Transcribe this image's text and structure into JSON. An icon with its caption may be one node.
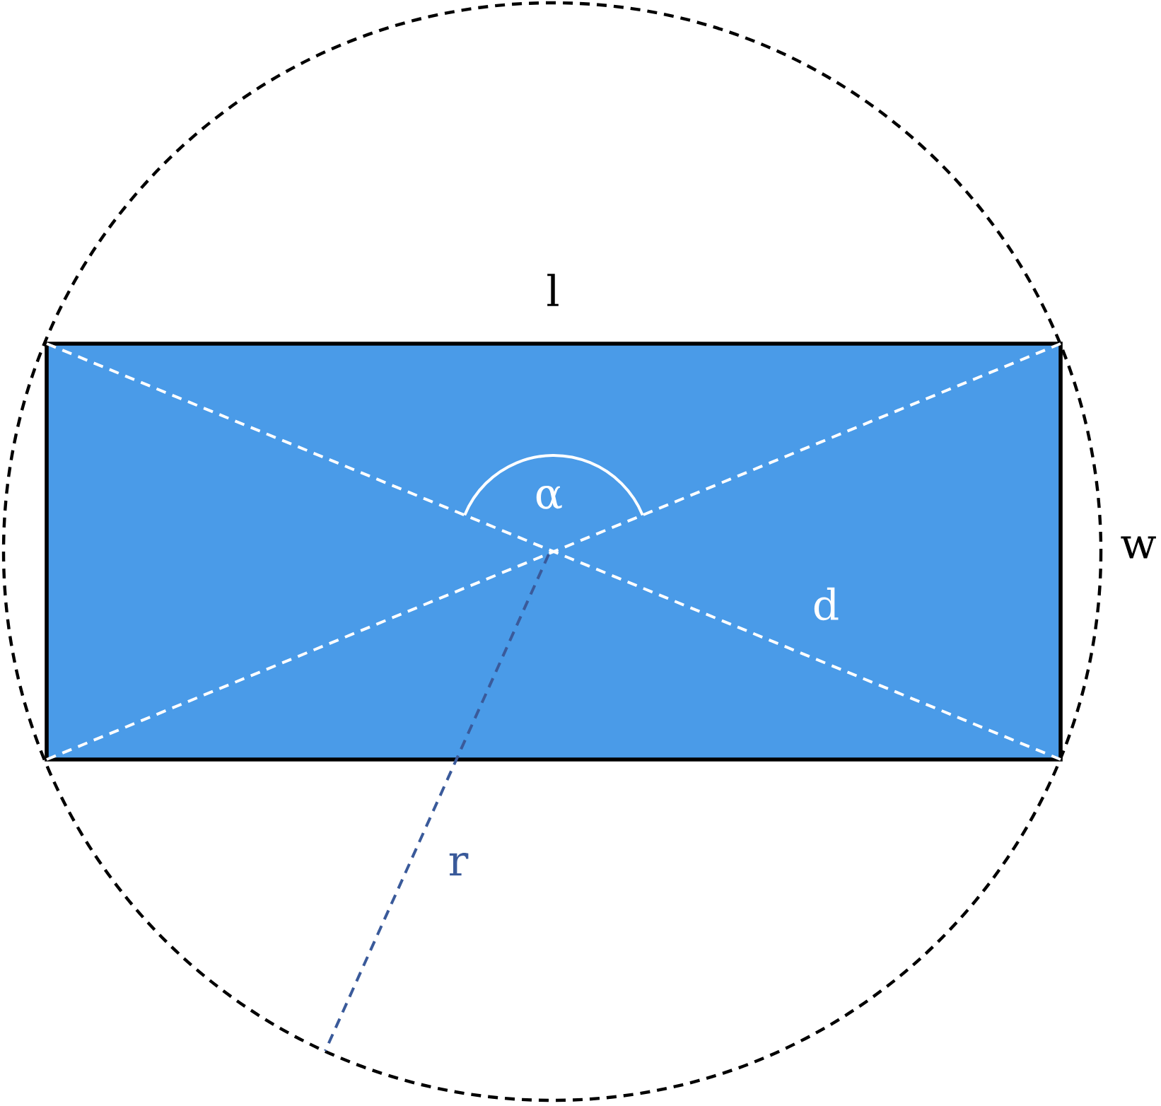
{
  "diagram": {
    "labels": [
      "l",
      "w",
      "α",
      "d",
      "r"
    ]
  }
}
